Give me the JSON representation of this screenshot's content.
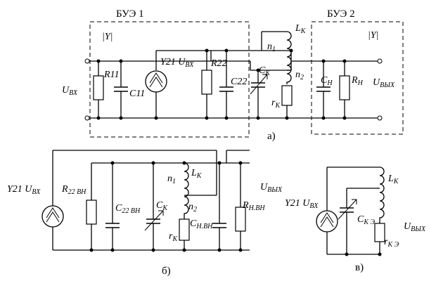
{
  "titles": {
    "bue1": "БУЭ 1",
    "bue2": "БУЭ 2"
  },
  "labels": {
    "y1": "|Y|",
    "y2": "|Y|",
    "u_in": "U",
    "u_in_sub": "ВХ",
    "r11": "R11",
    "c11": "C11",
    "y21_a": "Y21 U",
    "y21_a_sub": "ВХ",
    "r22": "R22",
    "c22": "C22",
    "ck_a": "C",
    "ck_a_sub": "К",
    "lk_a": "L",
    "lk_a_sub": "К",
    "n1_a": "n",
    "n1_a_sub": "1",
    "n2_a": "n",
    "n2_a_sub": "2",
    "rk_a": "r",
    "rk_a_sub": "К",
    "cn_a": "C",
    "cn_a_sub": "Н",
    "rn_a": "R",
    "rn_a_sub": "Н",
    "u_out_a": "U",
    "u_out_a_sub": "ВЫХ",
    "cap_a": "а)",
    "y21_b": "Y21 U",
    "y21_b_sub": "ВХ",
    "r22_b": "R",
    "r22_b_sub": "22 ВН",
    "c22_b": "C",
    "c22_b_sub": "22 ВН",
    "ck_b": "C",
    "ck_b_sub": "К",
    "n1_b": "n",
    "n1_b_sub": "1",
    "lk_b": "L",
    "lk_b_sub": "К",
    "n2_b": "n",
    "n2_b_sub": "2",
    "rk_b": "r",
    "rk_b_sub": "К",
    "cn_b": "C",
    "cn_b_sub": "Н.ВН",
    "rn_b": "R",
    "rn_b_sub": "Н.ВН",
    "u_out_b": "U",
    "u_out_b_sub": "ВЫХ",
    "cap_b": "б)",
    "y21_c": "Y21 U",
    "y21_c_sub": "ВХ",
    "lk_c": "L",
    "lk_c_sub": "К",
    "ck_c": "C",
    "ck_c_sub": "К Э",
    "rk_c": "r",
    "rk_c_sub": "К Э",
    "u_out_c": "U",
    "u_out_c_sub": "ВЫХ",
    "cap_c": "в)"
  }
}
